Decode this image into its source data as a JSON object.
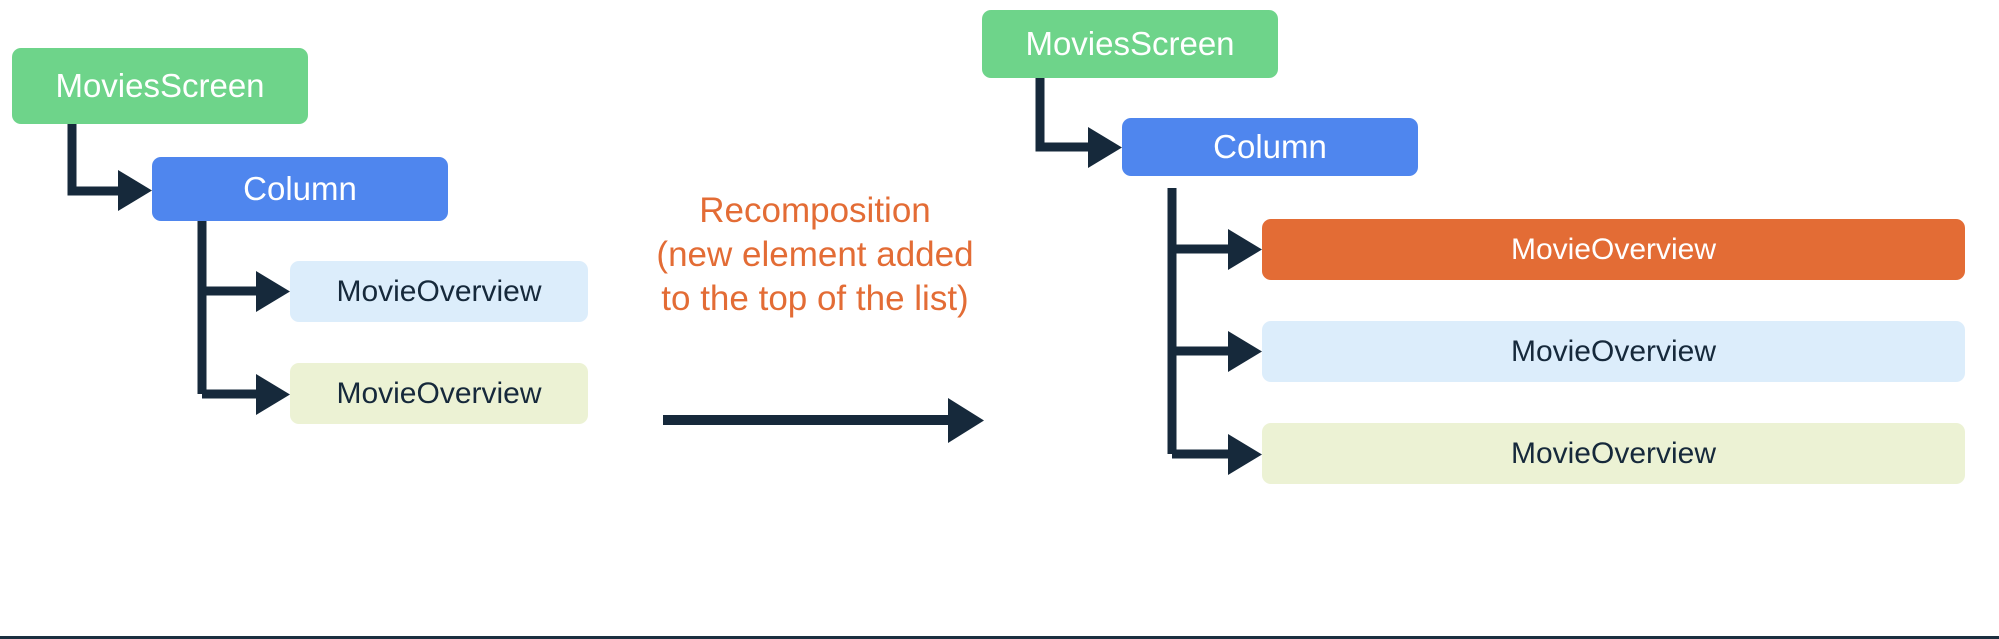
{
  "diagram": {
    "title_text": "",
    "colors": {
      "green": "#6ED48A",
      "blue": "#4F86EE",
      "light_blue": "#DCEDFB",
      "light_yellow": "#ECF2D4",
      "orange": "#E36C35",
      "connector": "#16293B",
      "background": "#FFFFFF"
    },
    "before": {
      "root": {
        "label": "MoviesScreen"
      },
      "column": {
        "label": "Column"
      },
      "children": [
        {
          "label": "MovieOverview",
          "color": "light_blue"
        },
        {
          "label": "MovieOverview",
          "color": "light_yellow"
        }
      ]
    },
    "transition": {
      "line1": "Recomposition",
      "line2": "(new element added",
      "line3": "to the top of the list)"
    },
    "after": {
      "root": {
        "label": "MoviesScreen"
      },
      "column": {
        "label": "Column"
      },
      "children": [
        {
          "label": "MovieOverview",
          "color": "orange"
        },
        {
          "label": "MovieOverview",
          "color": "light_blue"
        },
        {
          "label": "MovieOverview",
          "color": "light_yellow"
        }
      ]
    }
  }
}
